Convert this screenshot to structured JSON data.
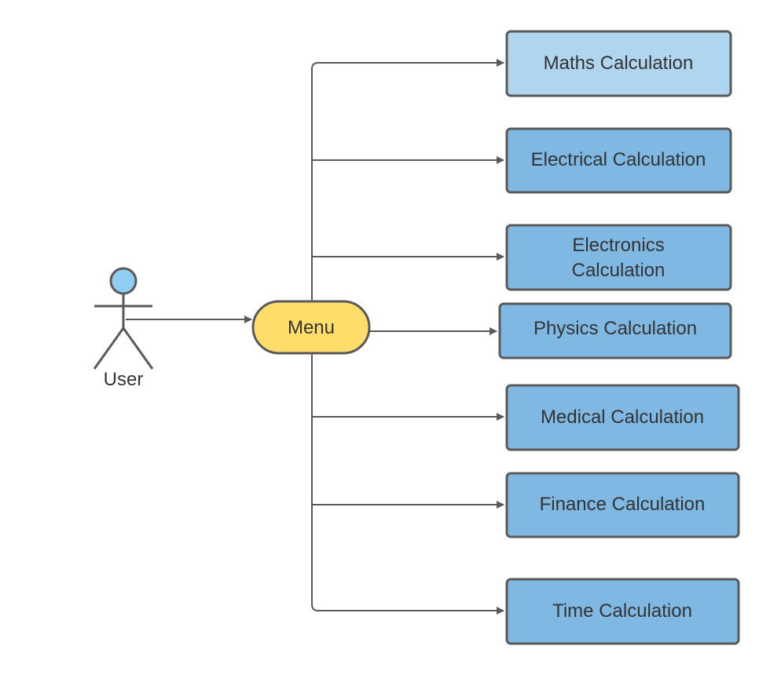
{
  "colors": {
    "line": "#595959",
    "actor_head": "#8fcdf2",
    "menu_fill": "#fedd6b",
    "box_light": "#b0d5ef",
    "box": "#7fb9e3",
    "text": "#333333"
  },
  "actor": {
    "label": "User",
    "icon": "stick-figure-icon"
  },
  "menu": {
    "label": "Menu"
  },
  "targets": [
    {
      "id": "maths",
      "lines": [
        "Maths Calculation"
      ]
    },
    {
      "id": "electrical",
      "lines": [
        "Electrical Calculation"
      ]
    },
    {
      "id": "electronics",
      "lines": [
        "Electronics",
        "Calculation"
      ]
    },
    {
      "id": "physics",
      "lines": [
        "Physics Calculation"
      ]
    },
    {
      "id": "medical",
      "lines": [
        "Medical Calculation"
      ]
    },
    {
      "id": "finance",
      "lines": [
        "Finance Calculation"
      ]
    },
    {
      "id": "time",
      "lines": [
        "Time Calculation"
      ]
    }
  ]
}
